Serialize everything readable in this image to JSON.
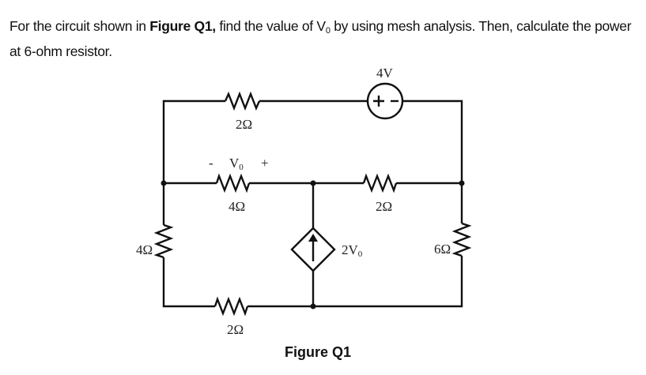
{
  "question": {
    "part1": "For the circuit shown in ",
    "figure_ref": "Figure Q1,",
    "part2": " find the value of V",
    "sub": "0",
    "part3": " by using mesh analysis. Then, calculate the power at 6-ohm resistor."
  },
  "circuit": {
    "caption": "Figure Q1",
    "components": {
      "top_resistor": "2Ω",
      "voltage_source": "4V",
      "voltage_source_plus": "+",
      "voltage_source_minus": "−",
      "middle_left_resistor": "4Ω",
      "middle_right_resistor": "2Ω",
      "left_resistor": "4Ω",
      "right_resistor": "6Ω",
      "bottom_resistor": "2Ω",
      "dependent_source": "2V",
      "dependent_source_sub": "0",
      "vo_label": "V",
      "vo_sub": "0",
      "vo_minus": "-",
      "vo_plus": "+"
    }
  }
}
